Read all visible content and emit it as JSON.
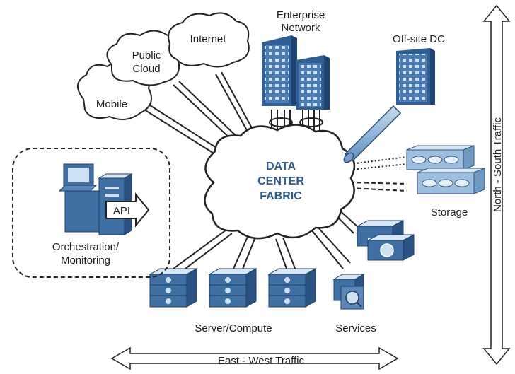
{
  "fabric": {
    "line1": "DATA",
    "line2": "CENTER",
    "line3": "FABRIC"
  },
  "clouds": {
    "mobile": "Mobile",
    "public1": "Public",
    "public2": "Cloud",
    "internet": "Internet"
  },
  "enterprise": {
    "line1": "Enterprise",
    "line2": "Network"
  },
  "offsite": "Off-site DC",
  "storage": "Storage",
  "services": "Services",
  "server": "Server/Compute",
  "orchestration": {
    "line1": "Orchestration/",
    "line2": "Monitoring",
    "api": "API"
  },
  "traffic": {
    "vertical": "North - South Traffic",
    "horizontal": "East - West Traffic"
  },
  "colors": {
    "building": "#4a7cb3",
    "cloud_stroke": "#222222",
    "fabric_text": "#2c5c8c",
    "pipe": "#8fb3d9"
  }
}
